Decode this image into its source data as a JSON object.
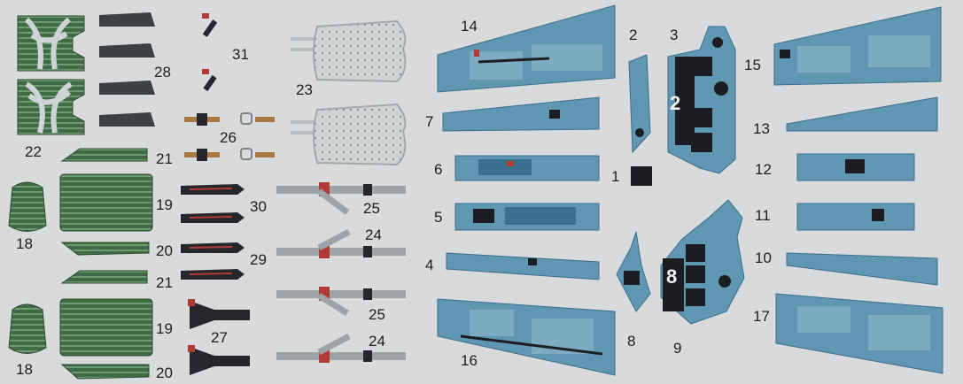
{
  "sheet": {
    "background_color": "#d9dadb",
    "colors": {
      "panel_blue": "#5f97b3",
      "panel_dark_blue": "#3b6f8c",
      "seat_green": "#3f6c45",
      "seat_green_light": "#6e9a72",
      "belt_red": "#b23a37",
      "belt_black": "#26272b",
      "belt_grey": "#9ea3a6",
      "instrument_black": "#1b1d21"
    },
    "labels": {
      "n1": "1",
      "n2": "2",
      "n2_inner": "2",
      "n3": "3",
      "n4": "4",
      "n5": "5",
      "n6": "6",
      "n7": "7",
      "n8": "8",
      "n8_inner": "8",
      "n9": "9",
      "n10": "10",
      "n11": "11",
      "n12": "12",
      "n13": "13",
      "n14": "14",
      "n15": "15",
      "n16": "16",
      "n17": "17",
      "n18a": "18",
      "n18b": "18",
      "n19a": "19",
      "n19b": "19",
      "n20a": "20",
      "n20b": "20",
      "n21a": "21",
      "n21b": "21",
      "n22": "22",
      "n23": "23",
      "n24a": "24",
      "n24b": "24",
      "n25a": "25",
      "n25b": "25",
      "n26": "26",
      "n27": "27",
      "n28": "28",
      "n29": "29",
      "n30": "30",
      "n31": "31"
    }
  }
}
